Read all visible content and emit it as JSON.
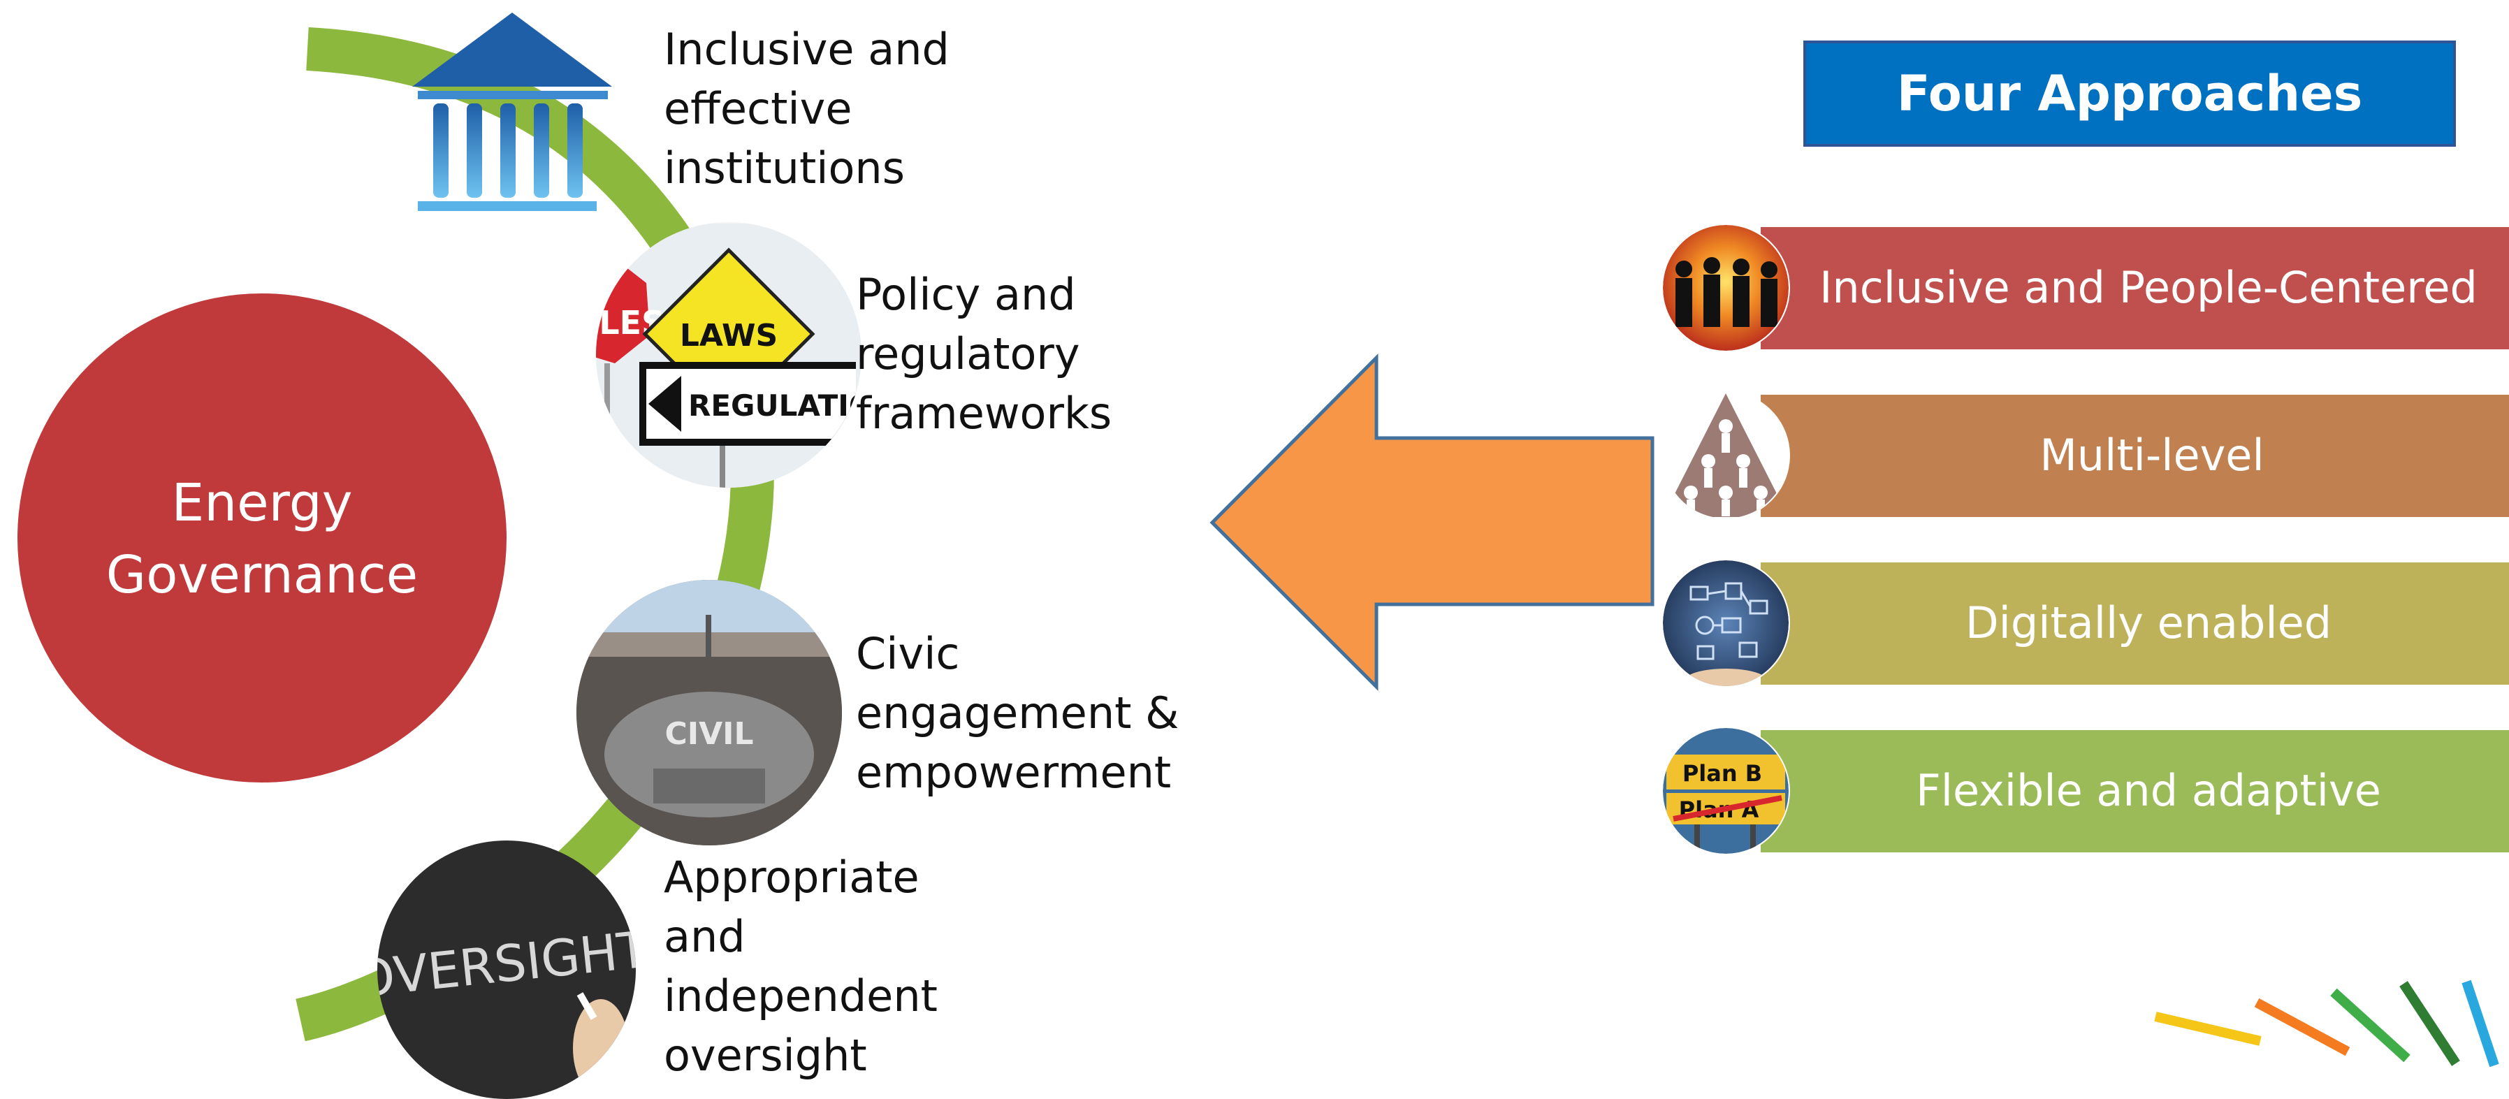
{
  "hub": {
    "line1": "Energy",
    "line2": "Governance"
  },
  "pillars": [
    {
      "icon": "institution-icon",
      "lines": [
        "Inclusive and",
        "effective",
        "institutions"
      ]
    },
    {
      "icon": "rules-laws-regulations-sign-icon",
      "lines": [
        "Policy and",
        "regulatory",
        "frameworks"
      ],
      "sign_texts": [
        "ULES",
        "LAWS",
        "REGULATIO"
      ]
    },
    {
      "icon": "civil-crowd-square-icon",
      "lines": [
        "Civic",
        "engagement &",
        "empowerment"
      ],
      "badge": "CIVIL"
    },
    {
      "icon": "chalkboard-oversight-icon",
      "lines": [
        "Appropriate",
        "and",
        "independent",
        "oversight"
      ],
      "badge": "OVERSIGHT"
    }
  ],
  "approaches": {
    "title": "Four Approaches",
    "items": [
      {
        "label": "Inclusive and People-Centered",
        "color": "#C0504D",
        "icon": "people-group-icon"
      },
      {
        "label": "Multi-level",
        "color": "#C0804F",
        "icon": "hierarchy-people-icon"
      },
      {
        "label": "Digitally enabled",
        "color": "#BDB259",
        "icon": "digital-network-icon"
      },
      {
        "label": "Flexible and adaptive",
        "color": "#9BBB59",
        "icon": "plan-b-plan-a-sign-icon",
        "badge_lines": [
          "Plan B",
          "Plan A"
        ]
      }
    ]
  },
  "colors": {
    "hub": "#C0393B",
    "arc": "#8DB83E",
    "arrow": "#F79646",
    "arrow_stroke": "#41719C",
    "title_box": "#0070C0",
    "title_box_border": "#2F5597"
  }
}
